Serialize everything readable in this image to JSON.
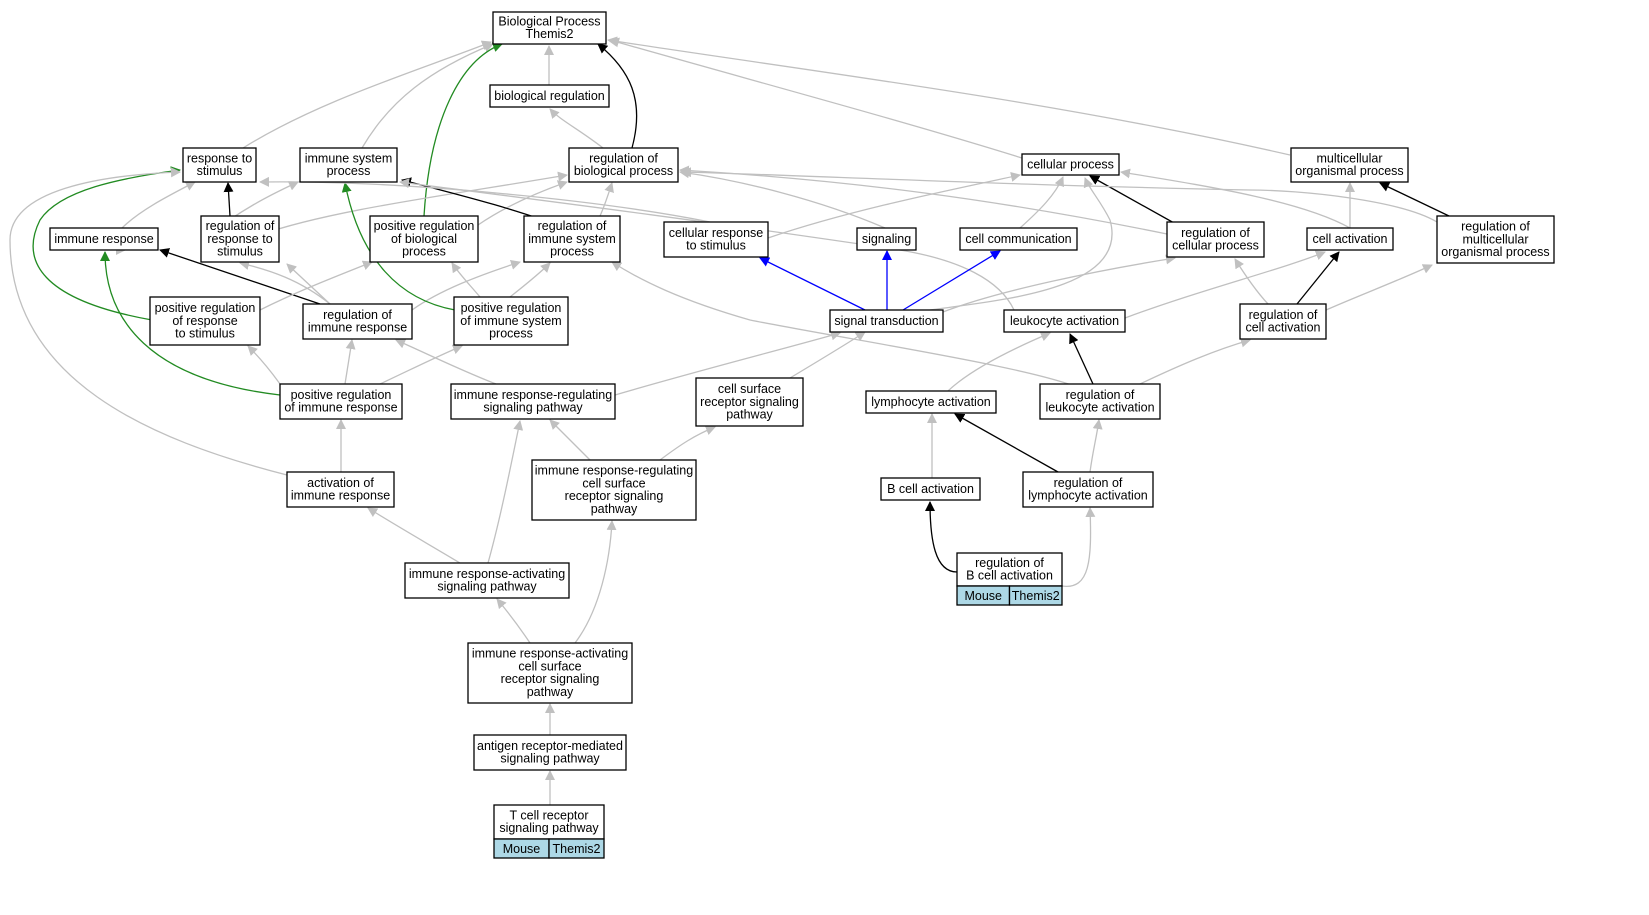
{
  "colors": {
    "background": "#ffffff",
    "edge_default": "#c0c0c0",
    "edge_black": "#000000",
    "edge_green": "#228b22",
    "edge_blue": "#0000ff",
    "tag_fill": "#add8e6"
  },
  "nodes": [
    {
      "id": "bp",
      "lines": [
        "Biological Process",
        "Themis2"
      ]
    },
    {
      "id": "bioreg",
      "lines": [
        "biological regulation"
      ]
    },
    {
      "id": "resp_stim",
      "lines": [
        "response to",
        "stimulus"
      ]
    },
    {
      "id": "imm_sys",
      "lines": [
        "immune system",
        "process"
      ]
    },
    {
      "id": "reg_bp",
      "lines": [
        "regulation of",
        "biological process"
      ]
    },
    {
      "id": "cell_proc",
      "lines": [
        "cellular process"
      ]
    },
    {
      "id": "multi",
      "lines": [
        "multicellular",
        "organismal process"
      ]
    },
    {
      "id": "imm_resp",
      "lines": [
        "immune response"
      ]
    },
    {
      "id": "reg_resp_stim",
      "lines": [
        "regulation of",
        "response to",
        "stimulus"
      ]
    },
    {
      "id": "pos_reg_bp",
      "lines": [
        "positive regulation",
        "of biological",
        "process"
      ]
    },
    {
      "id": "reg_imm_sys",
      "lines": [
        "regulation of",
        "immune system",
        "process"
      ]
    },
    {
      "id": "cell_resp",
      "lines": [
        "cellular response",
        "to stimulus"
      ]
    },
    {
      "id": "signaling",
      "lines": [
        "signaling"
      ]
    },
    {
      "id": "cell_comm",
      "lines": [
        "cell communication"
      ]
    },
    {
      "id": "reg_cell_proc",
      "lines": [
        "regulation of",
        "cellular process"
      ]
    },
    {
      "id": "cell_act",
      "lines": [
        "cell activation"
      ]
    },
    {
      "id": "reg_multi",
      "lines": [
        "regulation of",
        "multicellular",
        "organismal process"
      ]
    },
    {
      "id": "pos_reg_resp_stim",
      "lines": [
        "positive regulation",
        "of response",
        "to stimulus"
      ]
    },
    {
      "id": "reg_imm_resp",
      "lines": [
        "regulation of",
        "immune response"
      ]
    },
    {
      "id": "pos_reg_imm_sys",
      "lines": [
        "positive regulation",
        "of immune system",
        "process"
      ]
    },
    {
      "id": "sig_trans",
      "lines": [
        "signal transduction"
      ]
    },
    {
      "id": "leuk_act",
      "lines": [
        "leukocyte activation"
      ]
    },
    {
      "id": "reg_cell_act",
      "lines": [
        "regulation of",
        "cell activation"
      ]
    },
    {
      "id": "pos_reg_imm_resp",
      "lines": [
        "positive regulation",
        "of immune response"
      ]
    },
    {
      "id": "irr_sig",
      "lines": [
        "immune response-regulating",
        "signaling pathway"
      ]
    },
    {
      "id": "csr_sig",
      "lines": [
        "cell surface",
        "receptor signaling",
        "pathway"
      ]
    },
    {
      "id": "lymph_act",
      "lines": [
        "lymphocyte activation"
      ]
    },
    {
      "id": "reg_leuk_act",
      "lines": [
        "regulation of",
        "leukocyte activation"
      ]
    },
    {
      "id": "act_imm_resp",
      "lines": [
        "activation of",
        "immune response"
      ]
    },
    {
      "id": "irr_csr",
      "lines": [
        "immune response-regulating",
        "cell surface",
        "receptor signaling",
        "pathway"
      ]
    },
    {
      "id": "b_act",
      "lines": [
        "B cell activation"
      ]
    },
    {
      "id": "reg_lymph_act",
      "lines": [
        "regulation of",
        "lymphocyte activation"
      ]
    },
    {
      "id": "reg_b_act",
      "lines": [
        "regulation of",
        "B cell activation"
      ],
      "tags": [
        "Mouse",
        "Themis2"
      ]
    },
    {
      "id": "ira_sig",
      "lines": [
        "immune response-activating",
        "signaling pathway"
      ]
    },
    {
      "id": "ira_csr",
      "lines": [
        "immune response-activating",
        "cell surface",
        "receptor signaling",
        "pathway"
      ]
    },
    {
      "id": "arm_sig",
      "lines": [
        "antigen receptor-mediated",
        "signaling pathway"
      ]
    },
    {
      "id": "tcr",
      "lines": [
        "T cell receptor",
        "signaling pathway"
      ],
      "tags": [
        "Mouse",
        "Themis2"
      ]
    }
  ]
}
